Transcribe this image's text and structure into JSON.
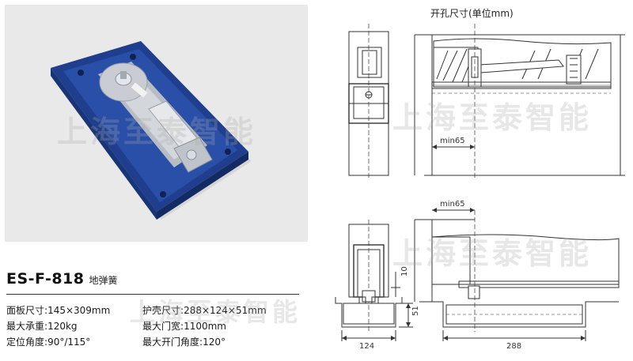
{
  "watermark_text": "上海至泰智能",
  "product": {
    "model": "ES-F-818",
    "type": "地弹簧"
  },
  "specs": [
    {
      "label": "面板尺寸",
      "value": "145×309mm"
    },
    {
      "label": "护壳尺寸",
      "value": "288×124×51mm"
    },
    {
      "label": "最大承重",
      "value": "120kg"
    },
    {
      "label": "最大门宽",
      "value": "1100mm"
    },
    {
      "label": "定位角度",
      "value": "90°/115°"
    },
    {
      "label": "最大开门角度",
      "value": "120°"
    }
  ],
  "drawing": {
    "title": "开孔尺寸(单位mm)",
    "dims": {
      "min65_top": "min65",
      "min65_bottom": "min65",
      "width_124": "124",
      "length_288": "288",
      "height_51": "51",
      "offset_10": "10"
    }
  },
  "colors": {
    "housing_blue": "#1f3f8e",
    "housing_dark": "#142a63",
    "metal": "#cfd3d8",
    "photo_bg": "#e9e9e9",
    "line": "#333333"
  }
}
